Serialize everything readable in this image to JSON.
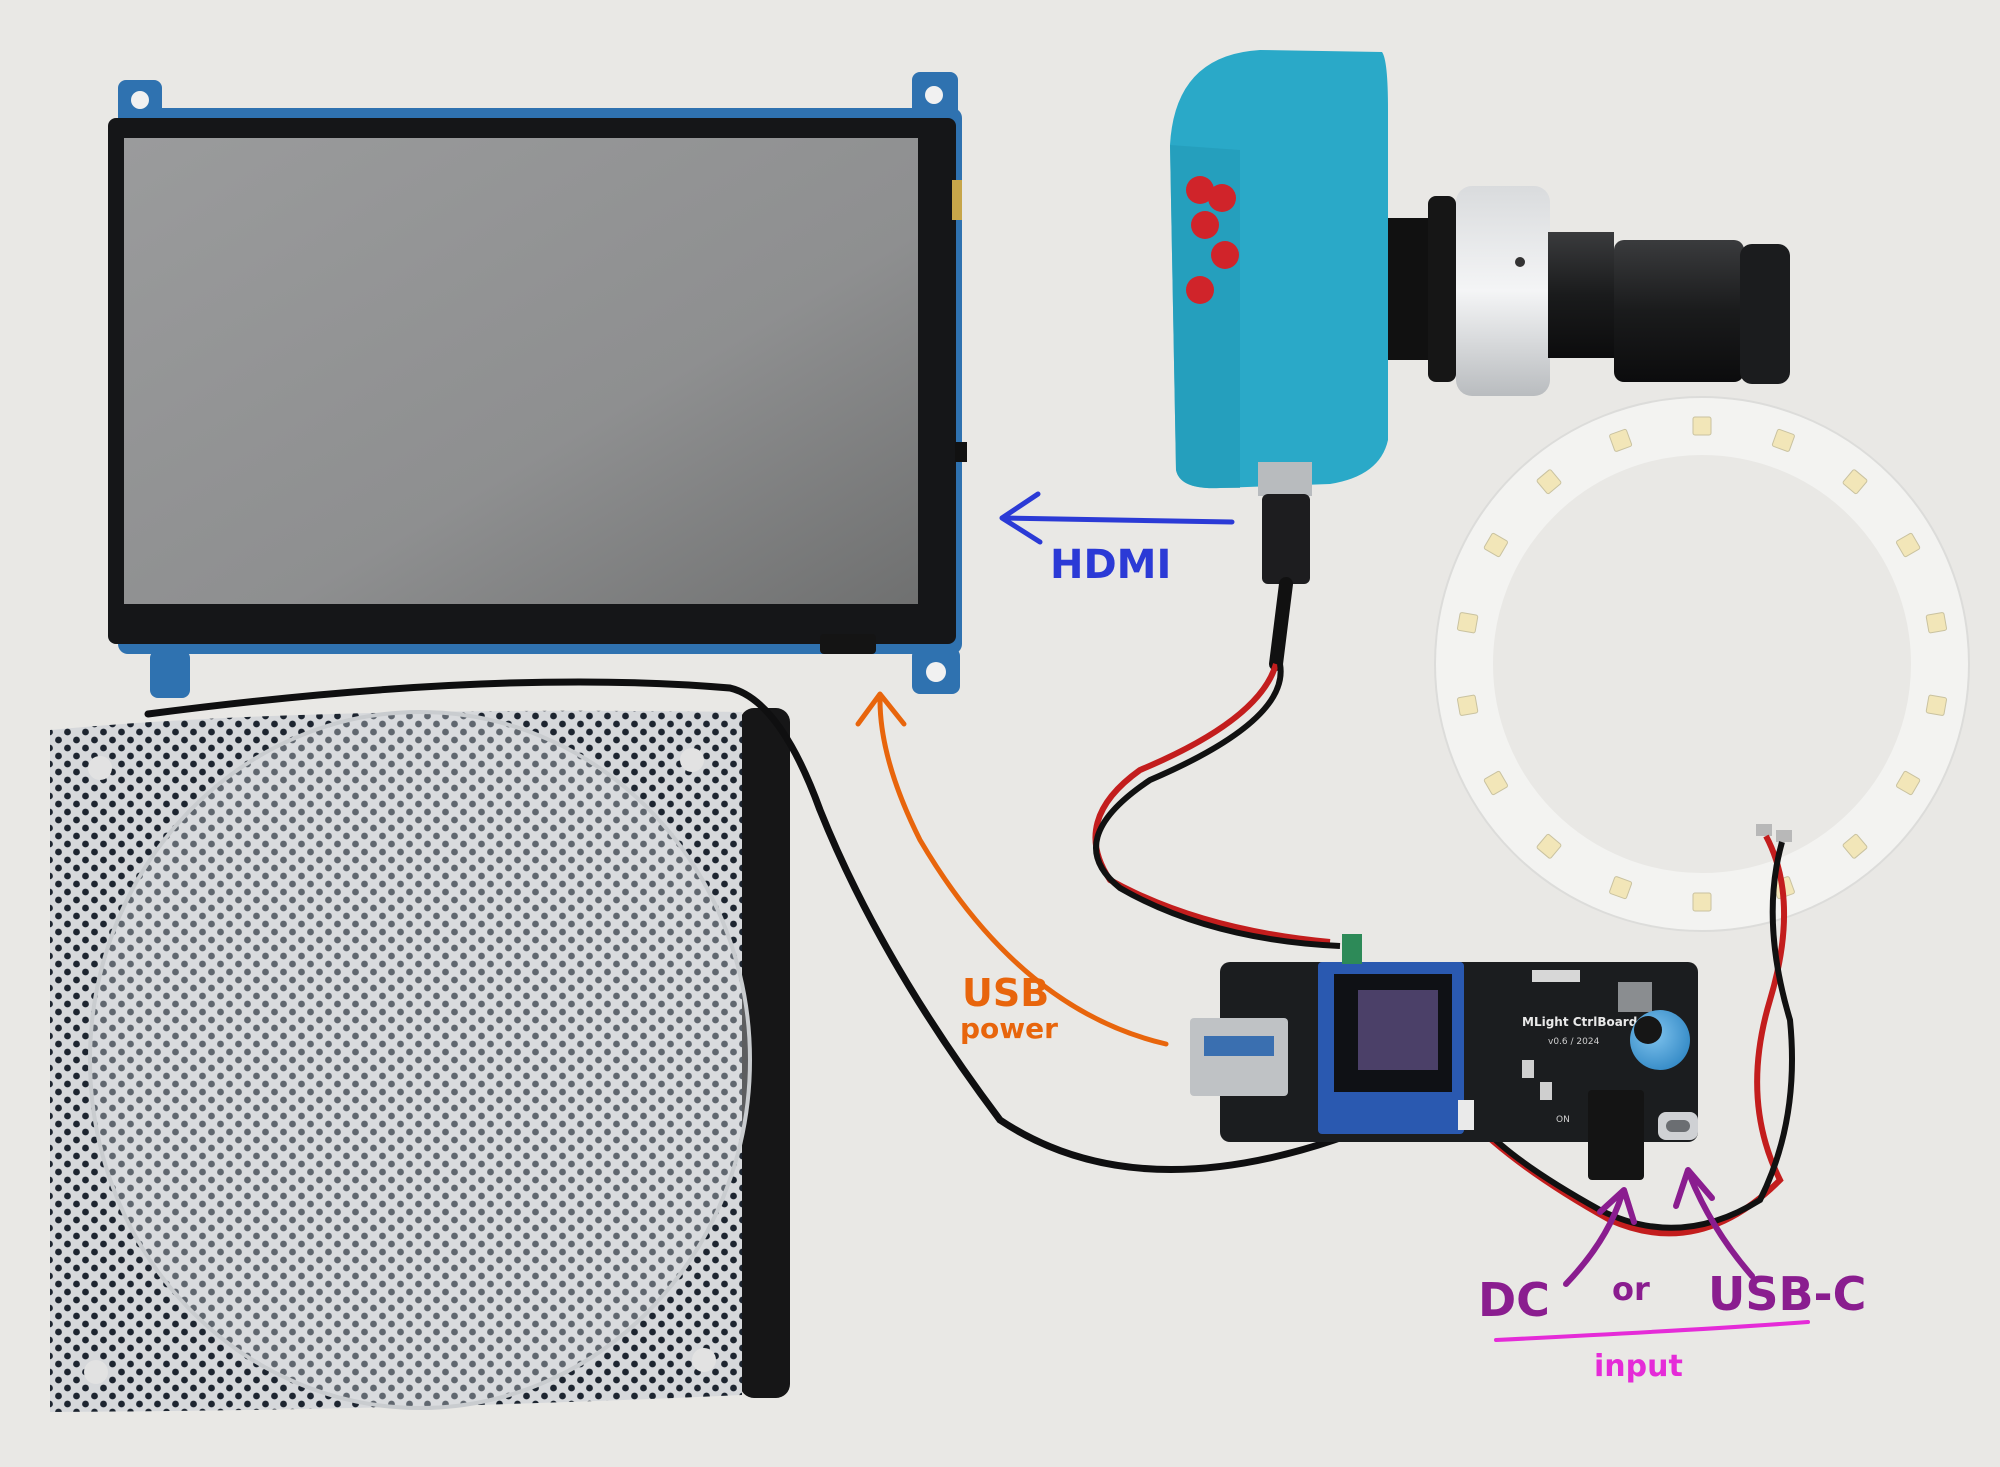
{
  "annotations": {
    "hdmi": "HDMI",
    "usb_power_line1": "USB",
    "usb_power_line2": "power",
    "dc": "DC",
    "or": "or",
    "usb_c": "USB-C",
    "input": "input"
  },
  "board": {
    "title": "MLight CtrlBoard",
    "version": "v0.6 / 2024",
    "switch_label": "ON"
  },
  "colors": {
    "hdmi_arrow": "#2b3ad6",
    "usb_arrow": "#e8650c",
    "input_arrows": "#8a1d8f",
    "input_underline": "#e52bd8",
    "camera_body": "#2aa9c8",
    "pcb": "#1b1d1f"
  }
}
